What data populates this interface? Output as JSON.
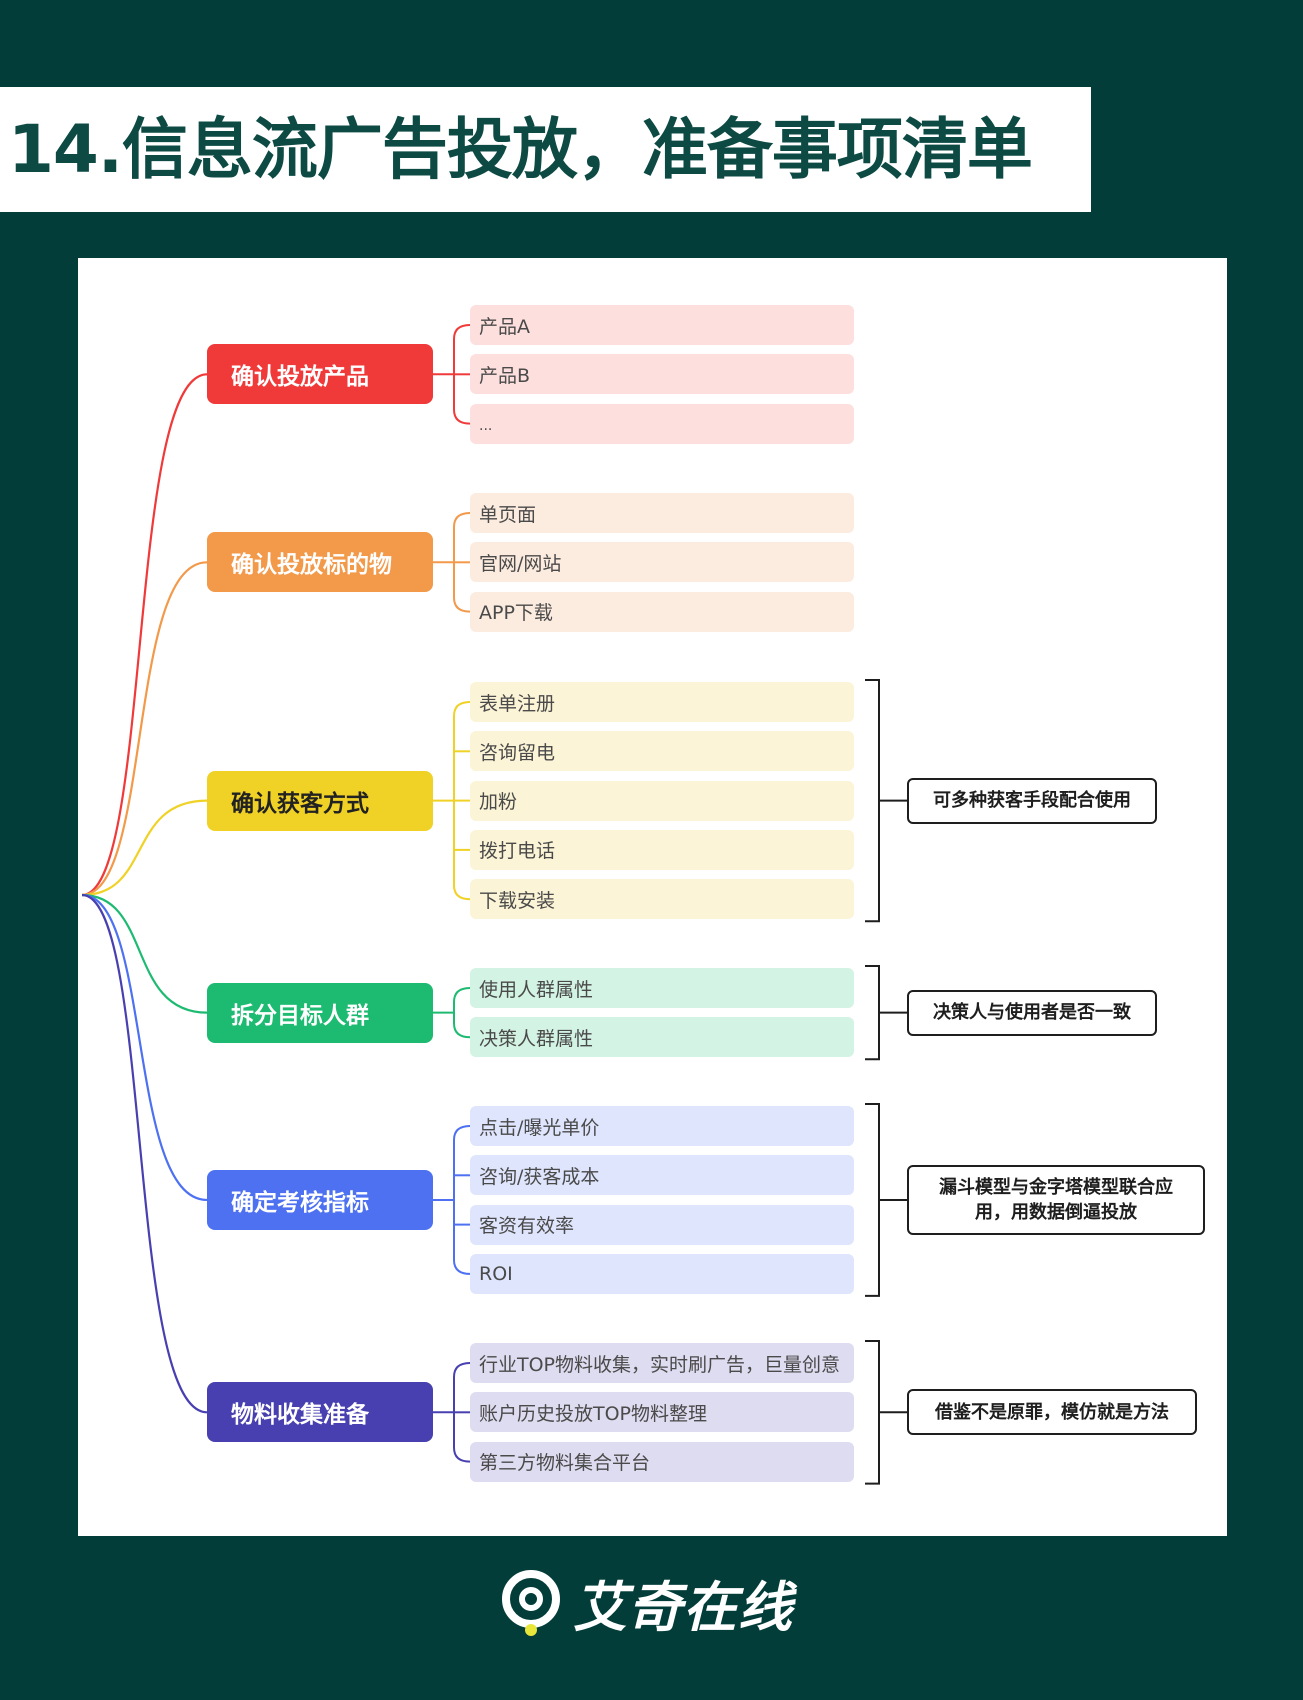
{
  "title": "14.信息流广告投放，准备事项清单",
  "colors": {
    "background": "#023d3a",
    "title_text": "#0d4a44",
    "ink": "#1e1e1e"
  },
  "branches": [
    {
      "label": "确认投放产品",
      "color": "#f03a3a",
      "leaf_bg": "#fde0de",
      "items": [
        "产品A",
        "产品B",
        "..."
      ]
    },
    {
      "label": "确认投放标的物",
      "color": "#f2994a",
      "leaf_bg": "#fcebdf",
      "items": [
        "单页面",
        "官网/网站",
        "APP下载"
      ]
    },
    {
      "label": "确认获客方式",
      "color": "#f0d227",
      "leaf_bg": "#fcf4d6",
      "items": [
        "表单注册",
        "咨询留电",
        "加粉",
        "拨打电话",
        "下载安装"
      ],
      "note": [
        "可多种获客手段配合使用"
      ]
    },
    {
      "label": "拆分目标人群",
      "color": "#1dbb71",
      "leaf_bg": "#d3f3e4",
      "items": [
        "使用人群属性",
        "决策人群属性"
      ],
      "note": [
        "决策人与使用者是否一致"
      ]
    },
    {
      "label": "确定考核指标",
      "color": "#4d71f1",
      "leaf_bg": "#dfe5fd",
      "items": [
        "点击/曝光单价",
        "咨询/获客成本",
        "客资有效率",
        "ROI"
      ],
      "note": [
        "漏斗模型与金字塔模型联合应",
        "用，用数据倒逼投放"
      ]
    },
    {
      "label": "物料收集准备",
      "color": "#4840b0",
      "leaf_bg": "#dedcf0",
      "items": [
        "行业TOP物料收集，实时刷广告，巨量创意",
        "账户历史投放TOP物料整理",
        "第三方物料集合平台"
      ],
      "note": [
        "借鉴不是原罪，模仿就是方法"
      ]
    }
  ],
  "logo": {
    "text": "艾奇在线",
    "icon": "location-pin-logo-icon",
    "color": "#ffffff",
    "accent": "#e8e63a"
  }
}
